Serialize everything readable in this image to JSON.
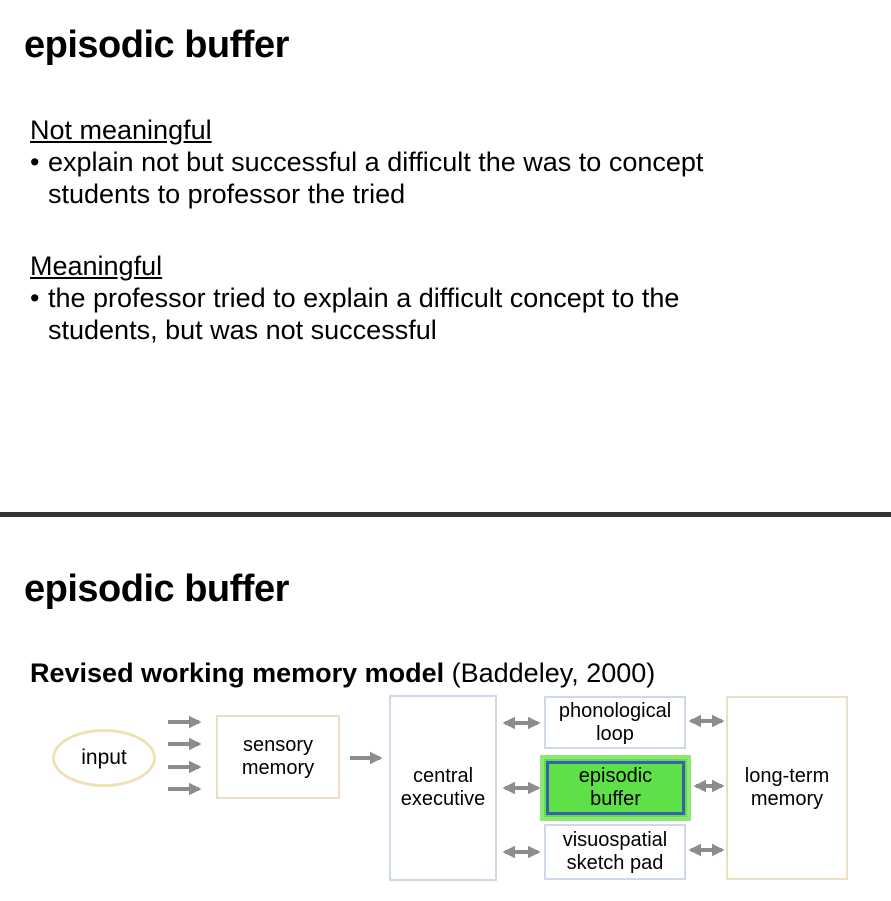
{
  "slide1": {
    "title": "episodic buffer",
    "sections": [
      {
        "heading": "Not meaningful",
        "bullet": "•",
        "lines": [
          "explain not but successful a difficult the was to concept",
          "students to professor the tried"
        ]
      },
      {
        "heading": "Meaningful",
        "bullet": "•",
        "lines": [
          "the professor tried to explain a difficult concept to the",
          "students, but was not successful"
        ]
      }
    ]
  },
  "slide2": {
    "title": "episodic buffer",
    "subtitle_bold": "Revised working memory model",
    "subtitle_rest": " (Baddeley, 2000)",
    "diagram": {
      "input": "input",
      "sensory": [
        "sensory",
        "memory"
      ],
      "central": [
        "central",
        "executive"
      ],
      "phonological": [
        "phonological",
        "loop"
      ],
      "episodic": [
        "episodic",
        "buffer"
      ],
      "visuospatial": [
        "visuospatial",
        "sketch pad"
      ],
      "long_term": [
        "long-term",
        "memory"
      ]
    }
  },
  "colors": {
    "arrow": "#8c8c8c",
    "episodic_fill": "#5ee048",
    "episodic_border": "#3b5fb0",
    "box_border_cream": "#eadfc0",
    "box_border_blue": "#cdd9ea",
    "divider": "#333333"
  }
}
